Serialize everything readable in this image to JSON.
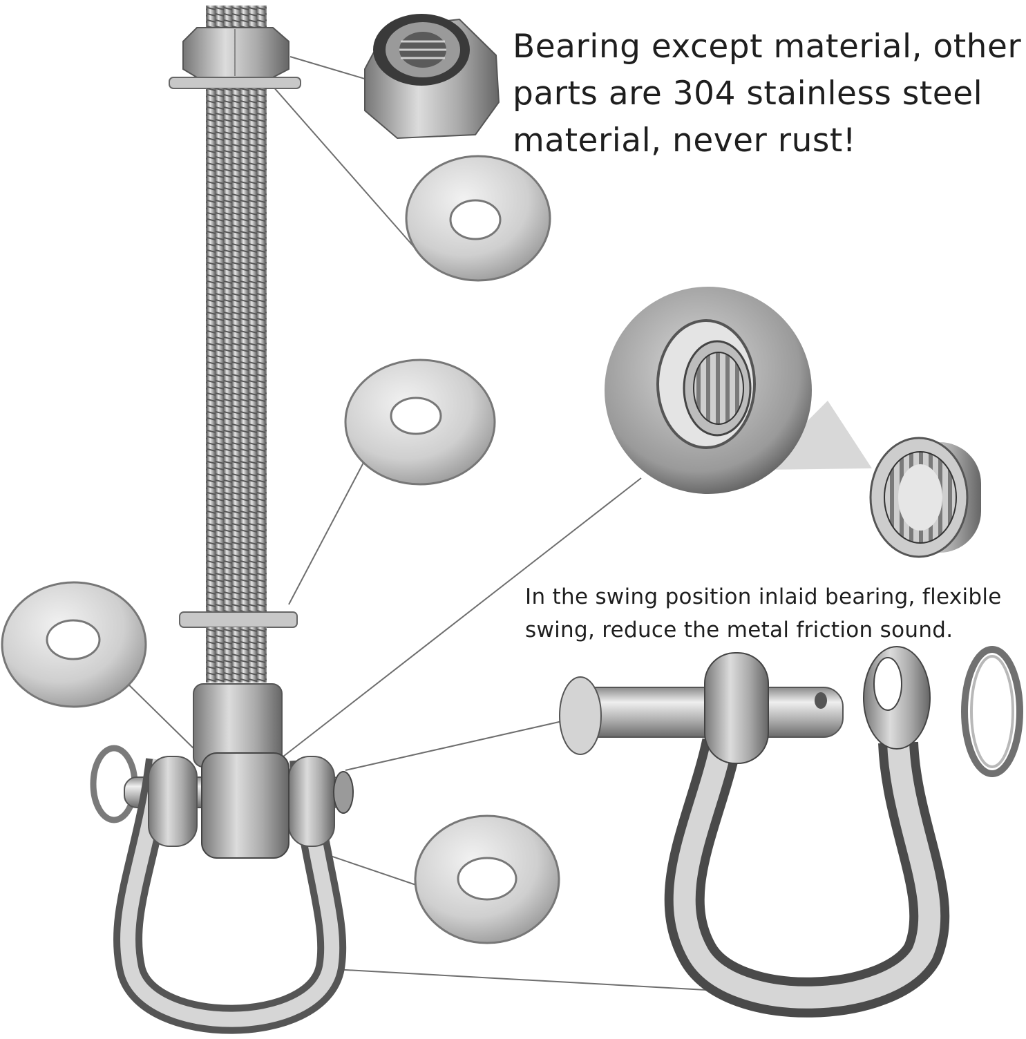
{
  "captions": {
    "material": {
      "line1": "Bearing except material, other",
      "line2": "parts are 304 stainless steel",
      "line3": "material, never rust!"
    },
    "bearing": {
      "line1": "In the swing position inlaid bearing, flexible",
      "line2": "swing, reduce the metal friction sound."
    }
  },
  "colors": {
    "background": "#ffffff",
    "steel_light": "#e6e6e6",
    "steel_mid": "#a8a8a8",
    "steel_dark": "#5a5a5a",
    "leader_line": "#6e6e6e",
    "text": "#1e1e1e"
  }
}
